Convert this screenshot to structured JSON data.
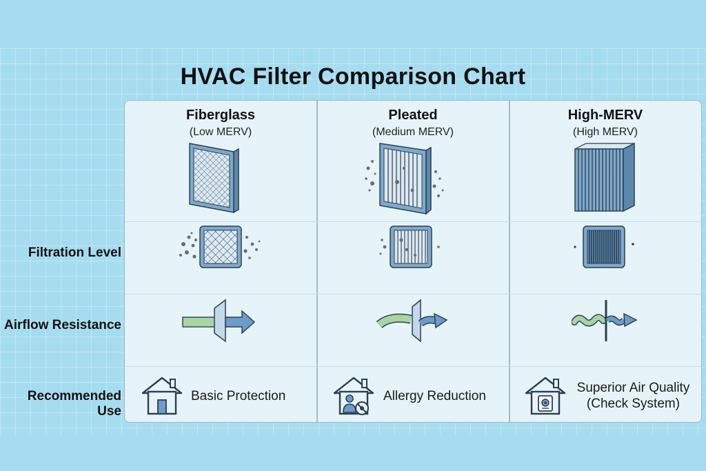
{
  "title": "HVAC Filter Comparison Chart",
  "row_labels": {
    "filtration": "Filtration Level",
    "airflow": "Airflow Resistance",
    "use": "Recommended Use"
  },
  "columns": [
    {
      "name": "Fiberglass",
      "merv": "(Low MERV)",
      "use": "Basic Protection",
      "use_line2": ""
    },
    {
      "name": "Pleated",
      "merv": "(Medium MERV)",
      "use": "Allergy Reduction",
      "use_line2": ""
    },
    {
      "name": "High-MERV",
      "merv": "(High MERV)",
      "use": "Superior Air Quality",
      "use_line2": "(Check System)"
    }
  ],
  "colors": {
    "background": "#a6dcef",
    "filter_blue": "#7fa9cc",
    "filter_dark": "#2c3e50",
    "arrow_blue": "#6c9cc8",
    "arrow_green": "#a8d5a2"
  }
}
